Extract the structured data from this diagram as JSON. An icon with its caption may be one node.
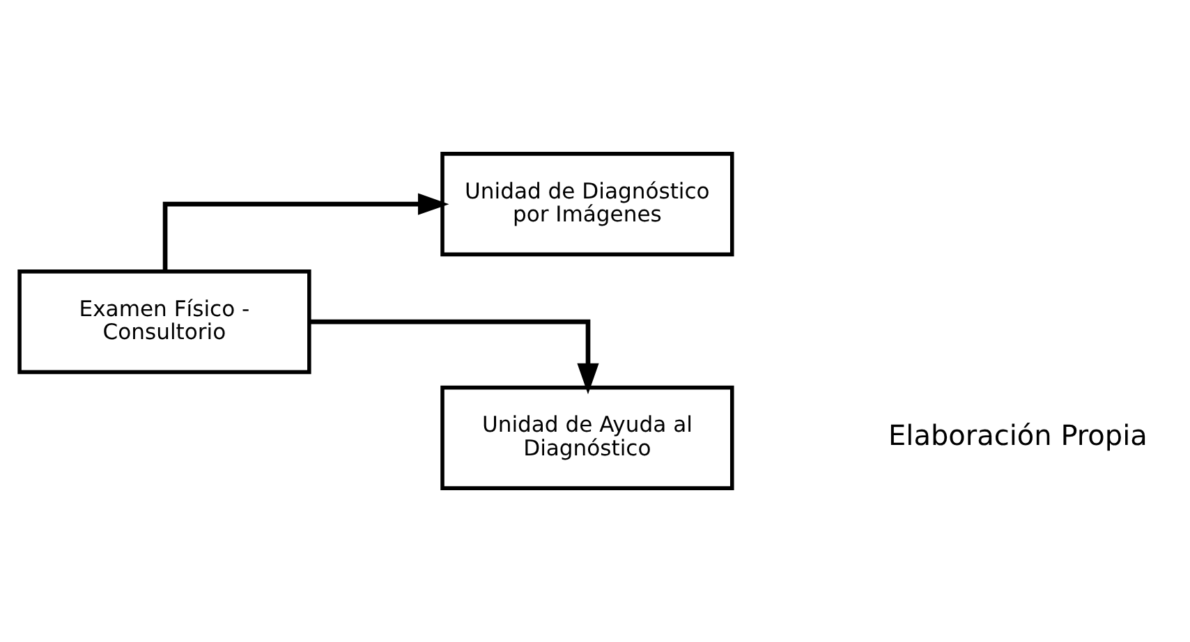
{
  "diagram": {
    "nodes": [
      {
        "text": [
          "Examen Físico - Consultorio"
        ]
      },
      {
        "text": [
          "Unidad de Diagnóstico por Imágenes"
        ]
      },
      {
        "text": [
          "Unidad de Ayuda al Diagnóstico"
        ]
      }
    ],
    "edges": [
      {
        "from": 0,
        "to": 1,
        "arrow": "to"
      },
      {
        "from": 0,
        "to": 2,
        "arrow": "to"
      }
    ],
    "labels": [
      "Elaboración Propia"
    ]
  }
}
